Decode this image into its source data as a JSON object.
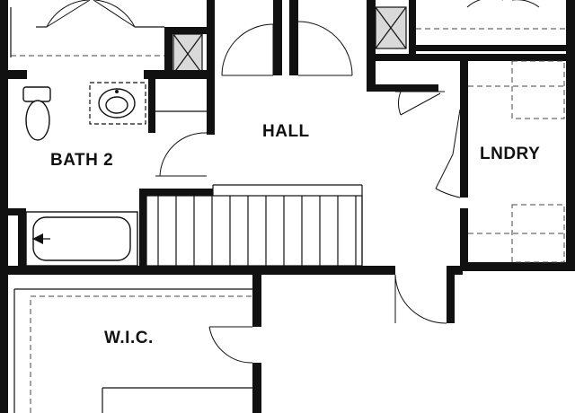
{
  "floorplan": {
    "rooms": [
      {
        "id": "bath-2",
        "label": "BATH 2"
      },
      {
        "id": "hall",
        "label": "HALL"
      },
      {
        "id": "lndry",
        "label": "LNDRY"
      },
      {
        "id": "wic",
        "label": "W.I.C."
      }
    ]
  }
}
